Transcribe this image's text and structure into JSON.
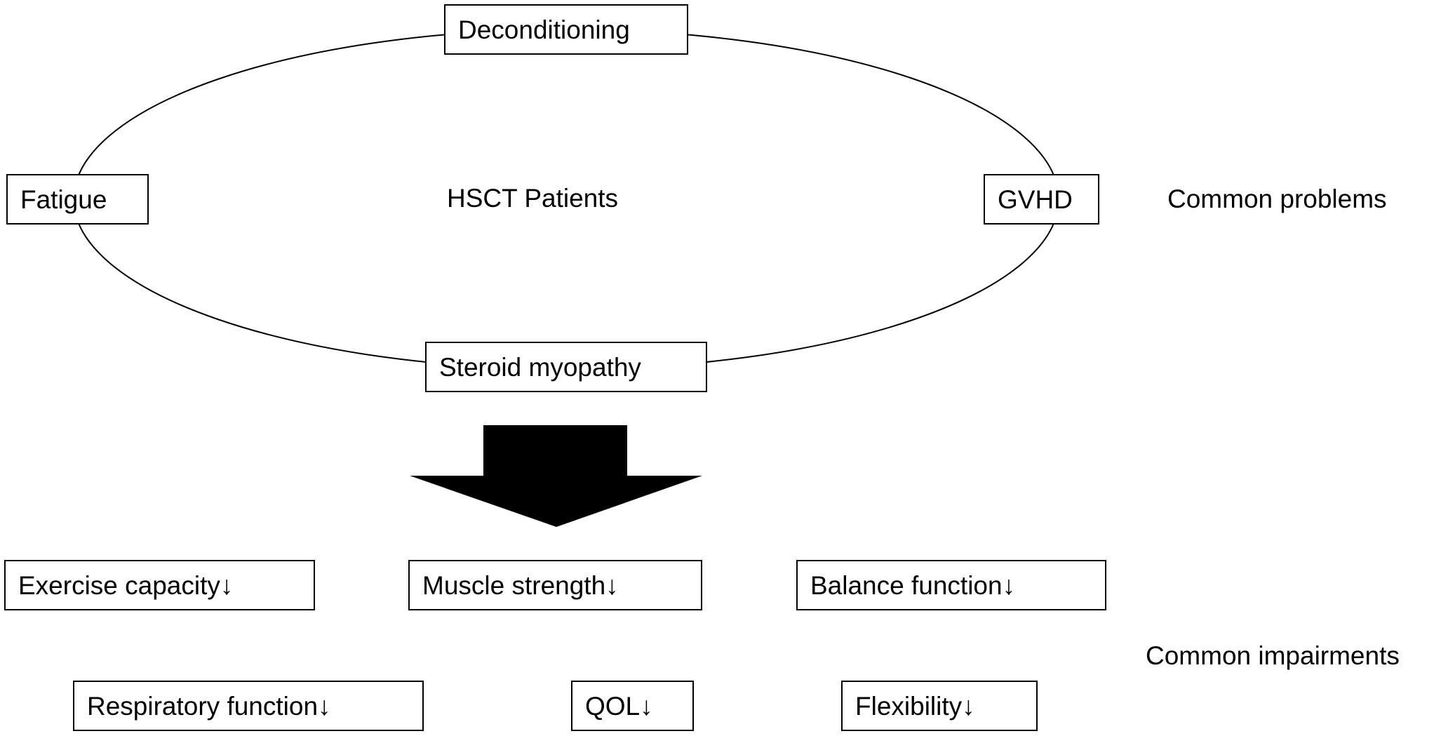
{
  "center_label": "HSCT Patients",
  "problems": {
    "heading": "Common problems",
    "items": {
      "top": "Deconditioning",
      "left": "Fatigue",
      "right": "GVHD",
      "bottom": "Steroid myopathy"
    }
  },
  "impairments": {
    "heading": "Common impairments",
    "row1": [
      "Exercise capacity↓",
      "Muscle strength↓",
      "Balance function↓"
    ],
    "row2": [
      "Respiratory function↓",
      "QOL↓",
      "Flexibility↓"
    ]
  },
  "colors": {
    "line": "#000000",
    "arrow": "#000000",
    "background": "#ffffff"
  }
}
